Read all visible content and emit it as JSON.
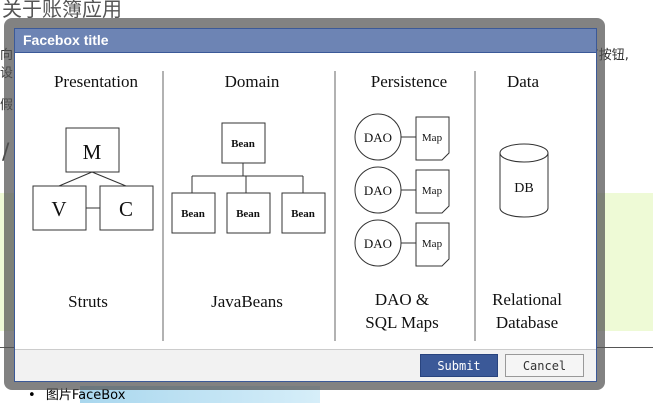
{
  "background": {
    "heading": "关于账簿应用",
    "line1": "向",
    "line1_end": "”按钮,",
    "line2": "设",
    "line3": "假",
    "bullet_label": "图片",
    "bullet_link": "FaceBox"
  },
  "facebox": {
    "title": "Facebox title",
    "submit_label": "Submit",
    "cancel_label": "Cancel"
  },
  "diagram": {
    "columns": [
      {
        "header": "Presentation",
        "footer": [
          "Struts"
        ]
      },
      {
        "header": "Domain",
        "footer": [
          "JavaBeans"
        ]
      },
      {
        "header": "Persistence",
        "footer": [
          "DAO &",
          "SQL Maps"
        ]
      },
      {
        "header": "Data",
        "footer": [
          "Relational",
          "Database"
        ]
      }
    ],
    "mvc": {
      "m": "M",
      "v": "V",
      "c": "C"
    },
    "bean_label": "Bean",
    "dao_label": "DAO",
    "map_label": "Map",
    "db_label": "DB"
  }
}
